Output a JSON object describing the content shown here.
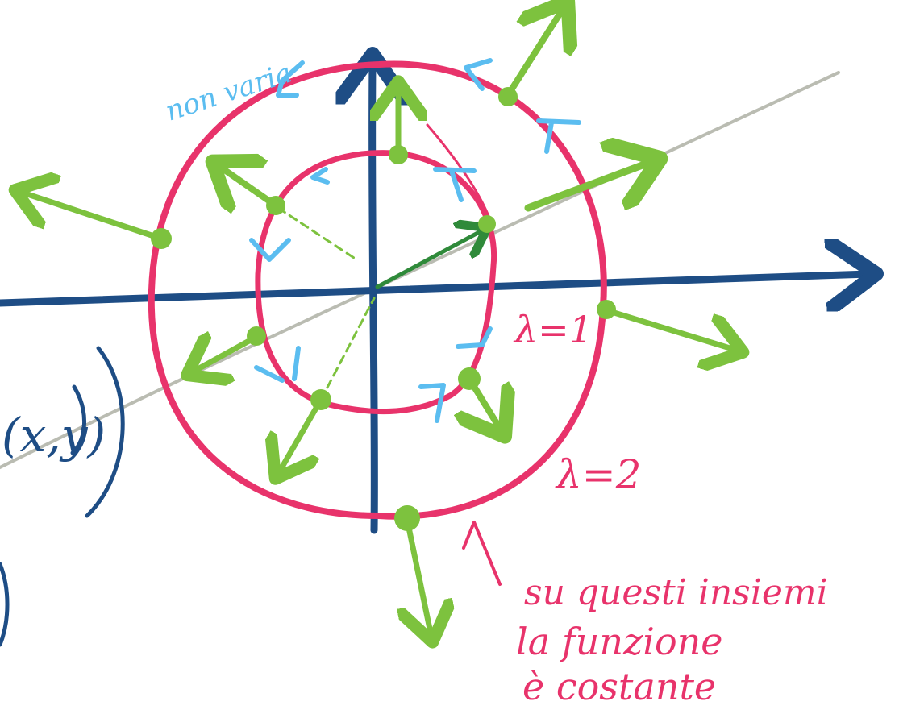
{
  "colors": {
    "axis": "#1e4d85",
    "level_curve": "#e8336b",
    "gradient": "#7dc23e",
    "gradient_dark": "#2f8a3a",
    "tangent": "#5bbdf0",
    "pencil": "#a9ab9f"
  },
  "labels": {
    "inner_level": "λ=1",
    "outer_level": "λ=2",
    "tangent_note": "non varia",
    "function_arg": "(x,y)",
    "note_line1": "su questi insiemi",
    "note_line2": "la funzione",
    "note_line3": "è costante"
  }
}
